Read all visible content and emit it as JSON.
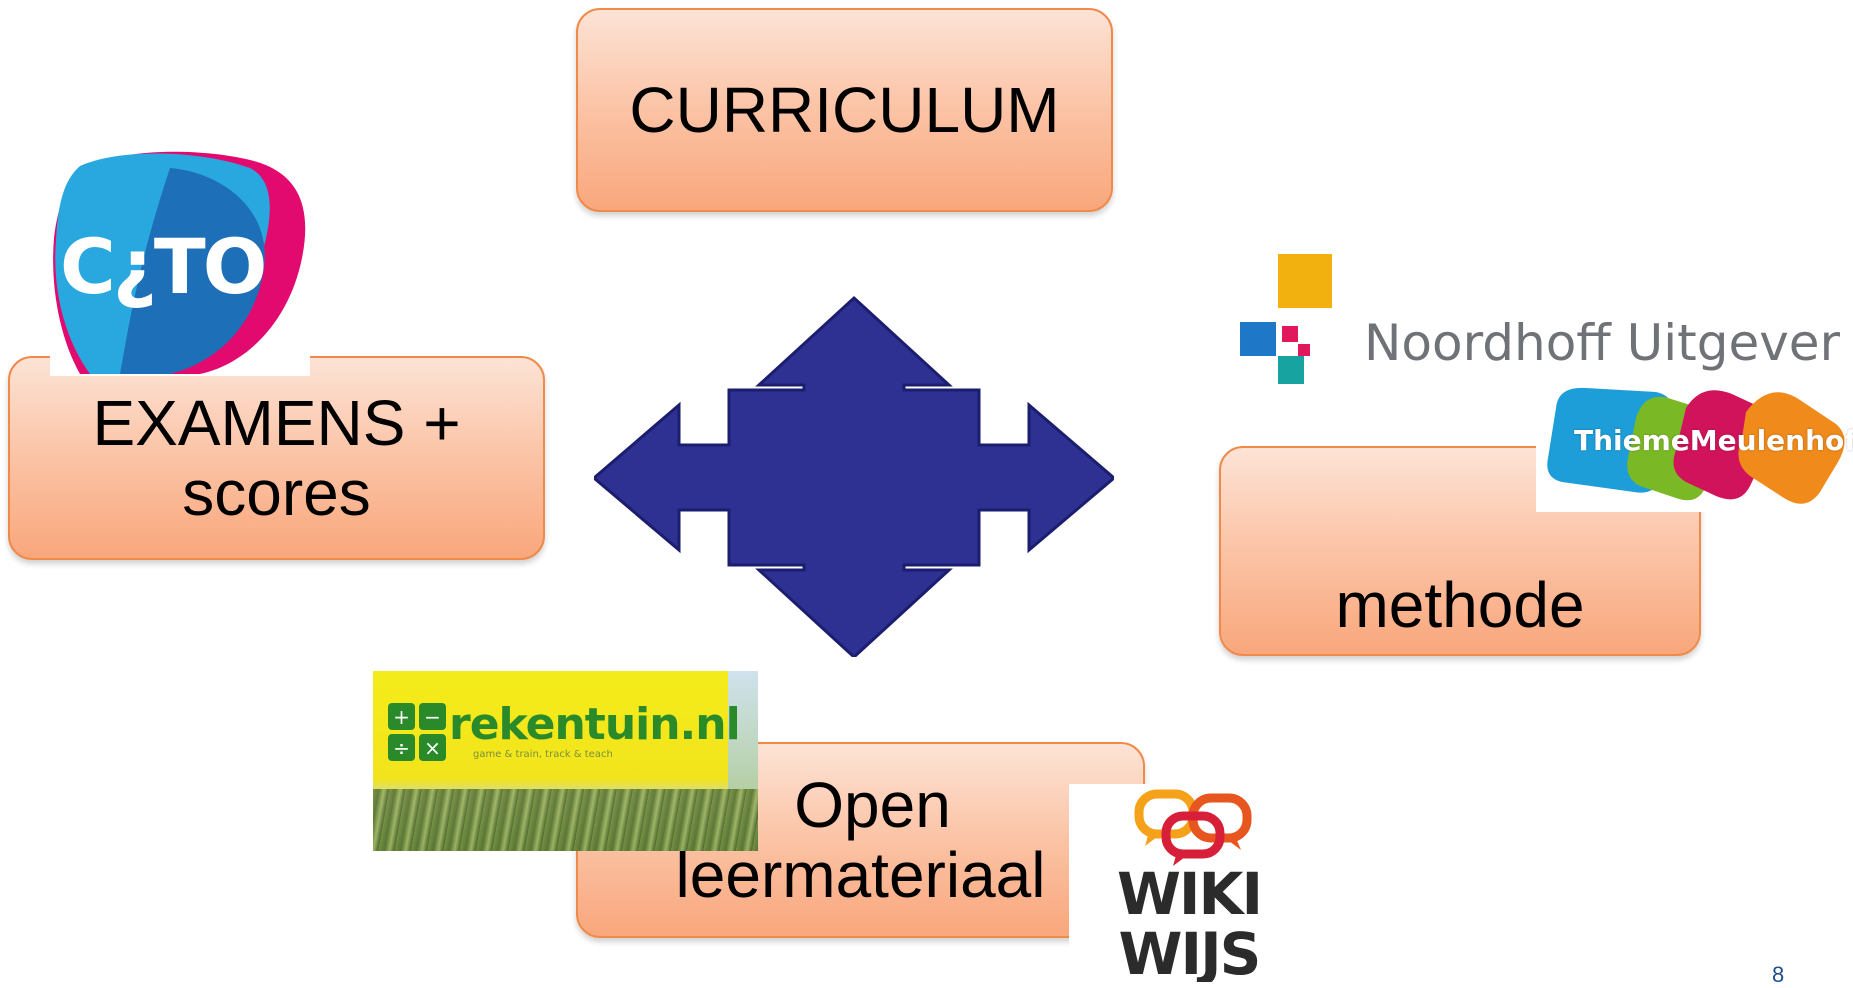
{
  "boxes": {
    "curriculum": "CURRICULUM",
    "examens_line1": "EXAMENS +",
    "examens_line2": "scores",
    "methode": "methode",
    "open_line1": "Open",
    "open_line2": "leermateriaal"
  },
  "logos": {
    "cito": "C¿TO",
    "noordhoff": "Noordhoff Uitgevers",
    "thieme": "ThiemeMeulenhoff",
    "rekentuin_main": "rekentuin.nl",
    "rekentuin_sub": "game & train, track & teach",
    "wikiwijs_line1": "WIKI",
    "wikiwijs_line2": "WIJS"
  },
  "slide_number": "8",
  "colors": {
    "box_border": "#f08a4b",
    "arrow_fill": "#2e3192",
    "arrow_stroke": "#1b1e6e"
  },
  "arrow_icon": "four-way-arrow-icon"
}
